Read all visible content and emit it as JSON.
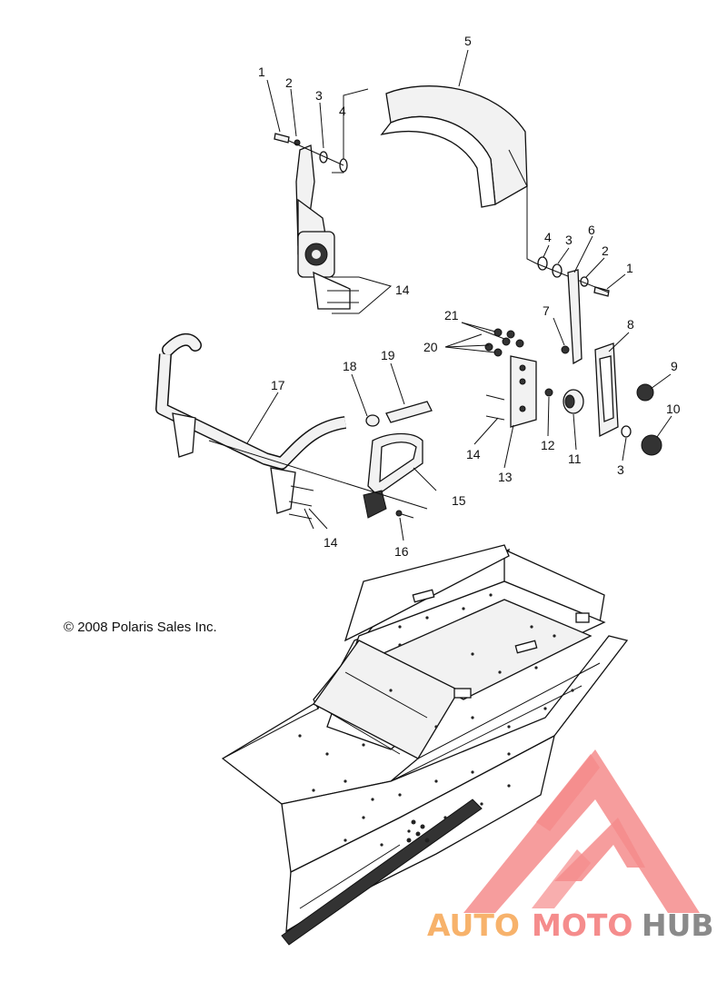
{
  "copyright": "© 2008 Polaris Sales Inc.",
  "watermark": {
    "part1": "AUTO",
    "part2": "MOTO",
    "part3": "HUB",
    "color_orange": "#f7b26b",
    "color_pink": "#f58c8c",
    "color_gray": "#8a8a8a"
  },
  "callouts": {
    "c1a": "1",
    "c2a": "2",
    "c3a": "3",
    "c4a": "4",
    "c5": "5",
    "c4b": "4",
    "c3b": "3",
    "c6": "6",
    "c2b": "2",
    "c1b": "1",
    "c7": "7",
    "c8": "8",
    "c9": "9",
    "c10": "10",
    "c3c": "3",
    "c11": "11",
    "c12": "12",
    "c13": "13",
    "c14a": "14",
    "c14b": "14",
    "c14c": "14",
    "c15": "15",
    "c16": "16",
    "c17": "17",
    "c18": "18",
    "c19": "19",
    "c20": "20",
    "c21": "21"
  }
}
